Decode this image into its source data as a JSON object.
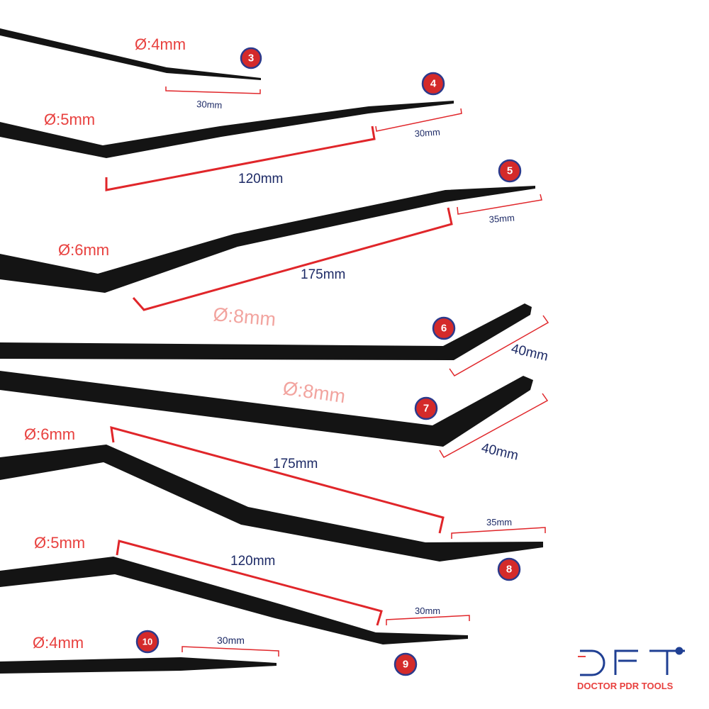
{
  "colors": {
    "rod": "#141414",
    "dimension_line": "#e0262a",
    "thin_dimension_line": "#e0262a",
    "diameter_text": "#e8413f",
    "diameter_text_light": "#f2a49f",
    "measure_text": "#1d2a66",
    "badge_fill": "#d42a2a",
    "badge_ring": "#2b3a8c",
    "logo_blue": "#1f3f93",
    "logo_red": "#e8413f"
  },
  "tools": [
    {
      "number": "3",
      "diameter": "Ø:4mm",
      "tip": "30mm"
    },
    {
      "number": "4",
      "diameter": "Ø:5mm",
      "tip": "30mm",
      "shaft": "120mm"
    },
    {
      "number": "5",
      "diameter": "Ø:6mm",
      "tip": "35mm",
      "shaft": "175mm"
    },
    {
      "number": "6",
      "diameter": "Ø:8mm",
      "tip": "40mm"
    },
    {
      "number": "7",
      "diameter": "Ø:8mm",
      "tip": "40mm"
    },
    {
      "number": "8",
      "diameter": "Ø:6mm",
      "tip": "35mm",
      "shaft": "175mm"
    },
    {
      "number": "9",
      "diameter": "Ø:5mm",
      "tip": "30mm",
      "shaft": "120mm"
    },
    {
      "number": "10",
      "diameter": "Ø:4mm",
      "tip": "30mm"
    }
  ],
  "logo": {
    "name": "DOCTOR PDR TOOLS",
    "icon": "dpt-logo-icon"
  }
}
